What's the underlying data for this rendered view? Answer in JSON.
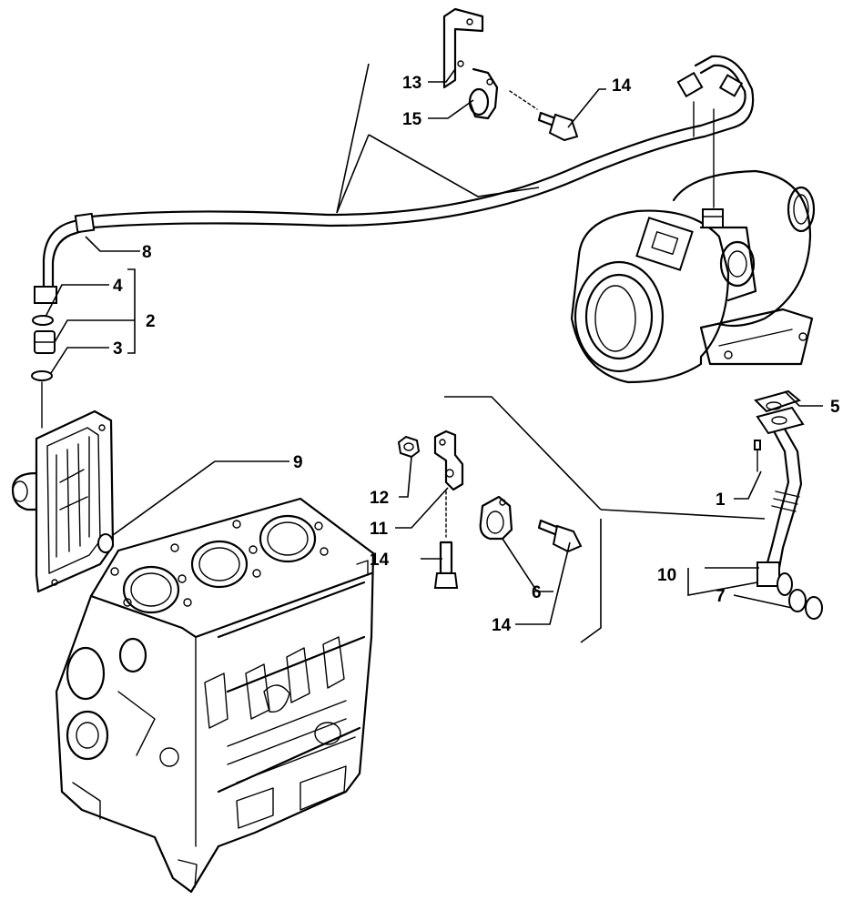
{
  "callouts": {
    "c1": "1",
    "c2": "2",
    "c3": "3",
    "c4": "4",
    "c5": "5",
    "c6": "6",
    "c7": "7",
    "c8": "8",
    "c9": "9",
    "c10": "10",
    "c11": "11",
    "c12": "12",
    "c13": "13",
    "c14_top": "14",
    "c14_mid": "14",
    "c14_low": "14",
    "c15": "15"
  }
}
